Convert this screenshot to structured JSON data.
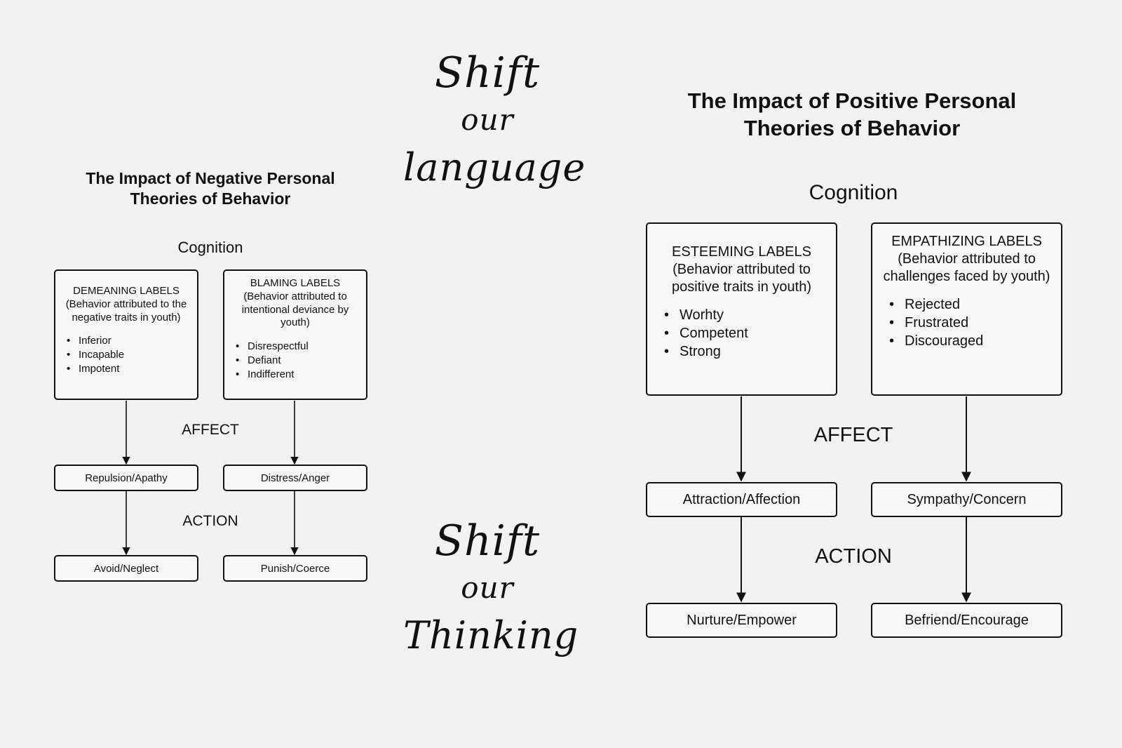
{
  "center": {
    "top": {
      "line1": "Shift",
      "line2": "our",
      "line3": "language"
    },
    "bottom": {
      "line1": "Shift",
      "line2": "our",
      "line3": "Thinking"
    }
  },
  "negative": {
    "title_line1": "The Impact of Negative Personal",
    "title_line2": "Theories of Behavior",
    "cognition": "Cognition",
    "affect": "AFFECT",
    "action": "ACTION",
    "box1": {
      "heading": "DEMEANING LABELS",
      "subtext": "(Behavior attributed to the negative traits in youth)",
      "items": [
        "Inferior",
        "Incapable",
        "Impotent"
      ]
    },
    "box2": {
      "heading": "BLAMING LABELS",
      "subtext": "(Behavior attributed to intentional deviance by youth)",
      "items": [
        "Disrespectful",
        "Defiant",
        "Indifferent"
      ]
    },
    "affect1": "Repulsion/Apathy",
    "affect2": "Distress/Anger",
    "action1": "Avoid/Neglect",
    "action2": "Punish/Coerce"
  },
  "positive": {
    "title_line1": "The Impact of Positive Personal",
    "title_line2": "Theories of Behavior",
    "cognition": "Cognition",
    "affect": "AFFECT",
    "action": "ACTION",
    "box1": {
      "heading": "ESTEEMING LABELS",
      "subtext": "(Behavior attributed to positive traits in youth)",
      "items": [
        "Worhty",
        "Competent",
        "Strong"
      ]
    },
    "box2": {
      "heading": "EMPATHIZING LABELS",
      "subtext": "(Behavior attributed to challenges faced by youth)",
      "items": [
        "Rejected",
        "Frustrated",
        "Discouraged"
      ]
    },
    "affect1": "Attraction/Affection",
    "affect2": "Sympathy/Concern",
    "action1": "Nurture/Empower",
    "action2": "Befriend/Encourage"
  }
}
